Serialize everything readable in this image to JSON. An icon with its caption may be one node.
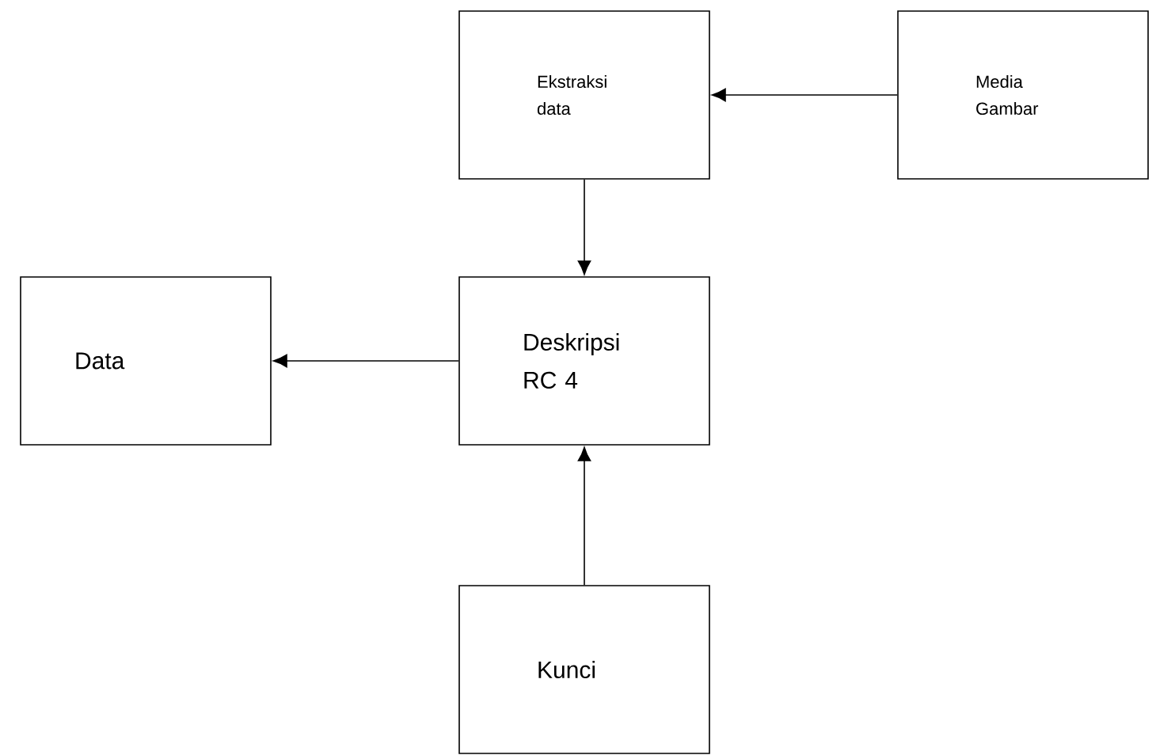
{
  "diagram": {
    "nodes": [
      {
        "text": [
          "Ekstraksi data"
        ]
      },
      {
        "text": [
          "Media Gambar"
        ]
      },
      {
        "text": [
          "Data"
        ]
      },
      {
        "text": [
          "Deskripsi RC 4"
        ]
      },
      {
        "text": [
          "Kunci"
        ]
      }
    ],
    "edges": [
      {
        "from": 1,
        "to": 0,
        "arrow": "to"
      },
      {
        "from": 0,
        "to": 3,
        "arrow": "to"
      },
      {
        "from": 3,
        "to": 2,
        "arrow": "to"
      },
      {
        "from": 4,
        "to": 3,
        "arrow": "to"
      }
    ]
  }
}
